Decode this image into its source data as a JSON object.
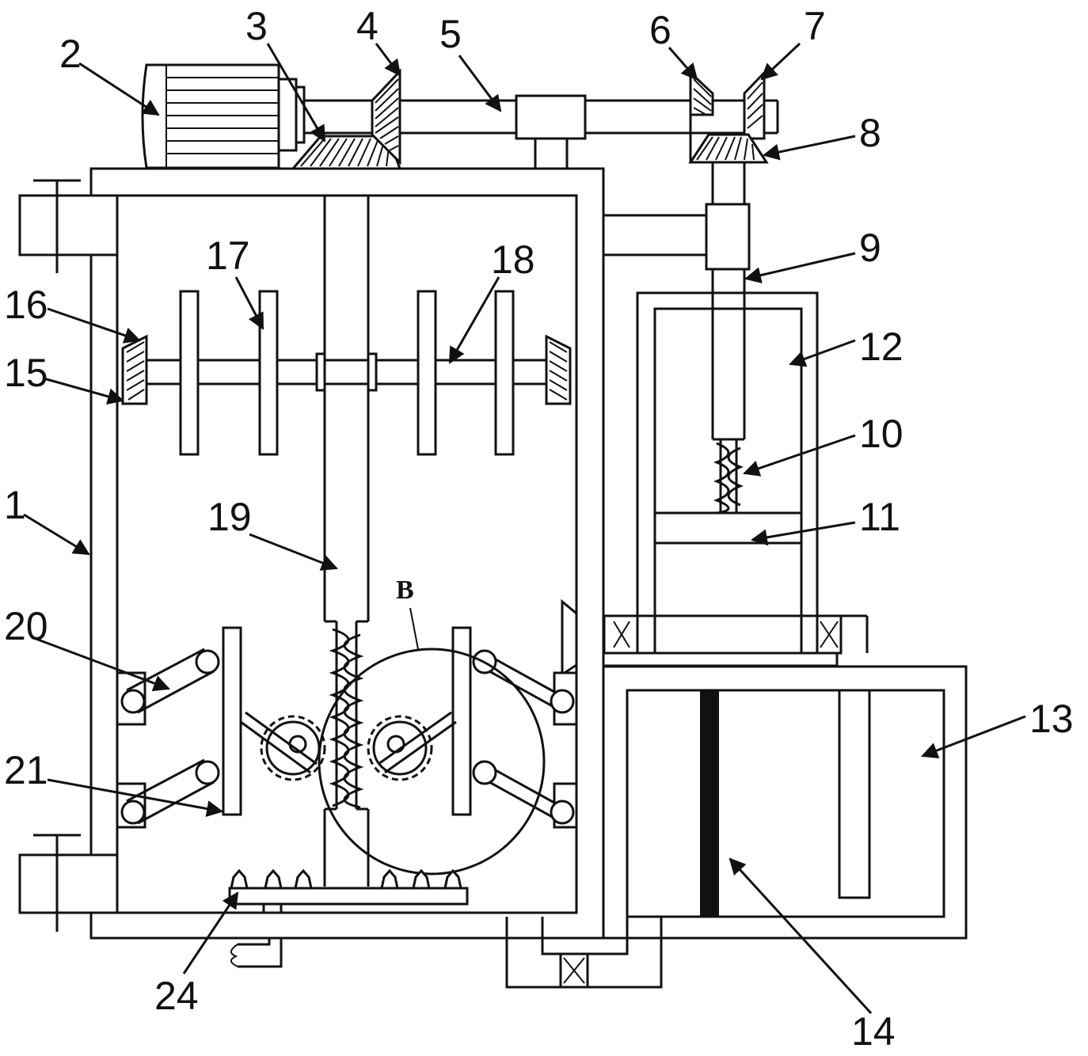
{
  "labels": {
    "l1": "1",
    "l2": "2",
    "l3": "3",
    "l4": "4",
    "l5": "5",
    "l6": "6",
    "l7": "7",
    "l8": "8",
    "l9": "9",
    "l10": "10",
    "l11": "11",
    "l12": "12",
    "l13": "13",
    "l14": "14",
    "l15": "15",
    "l16": "16",
    "l17": "17",
    "l18": "18",
    "l19": "19",
    "l20": "20",
    "l21": "21",
    "l24": "24",
    "detail": "B"
  }
}
